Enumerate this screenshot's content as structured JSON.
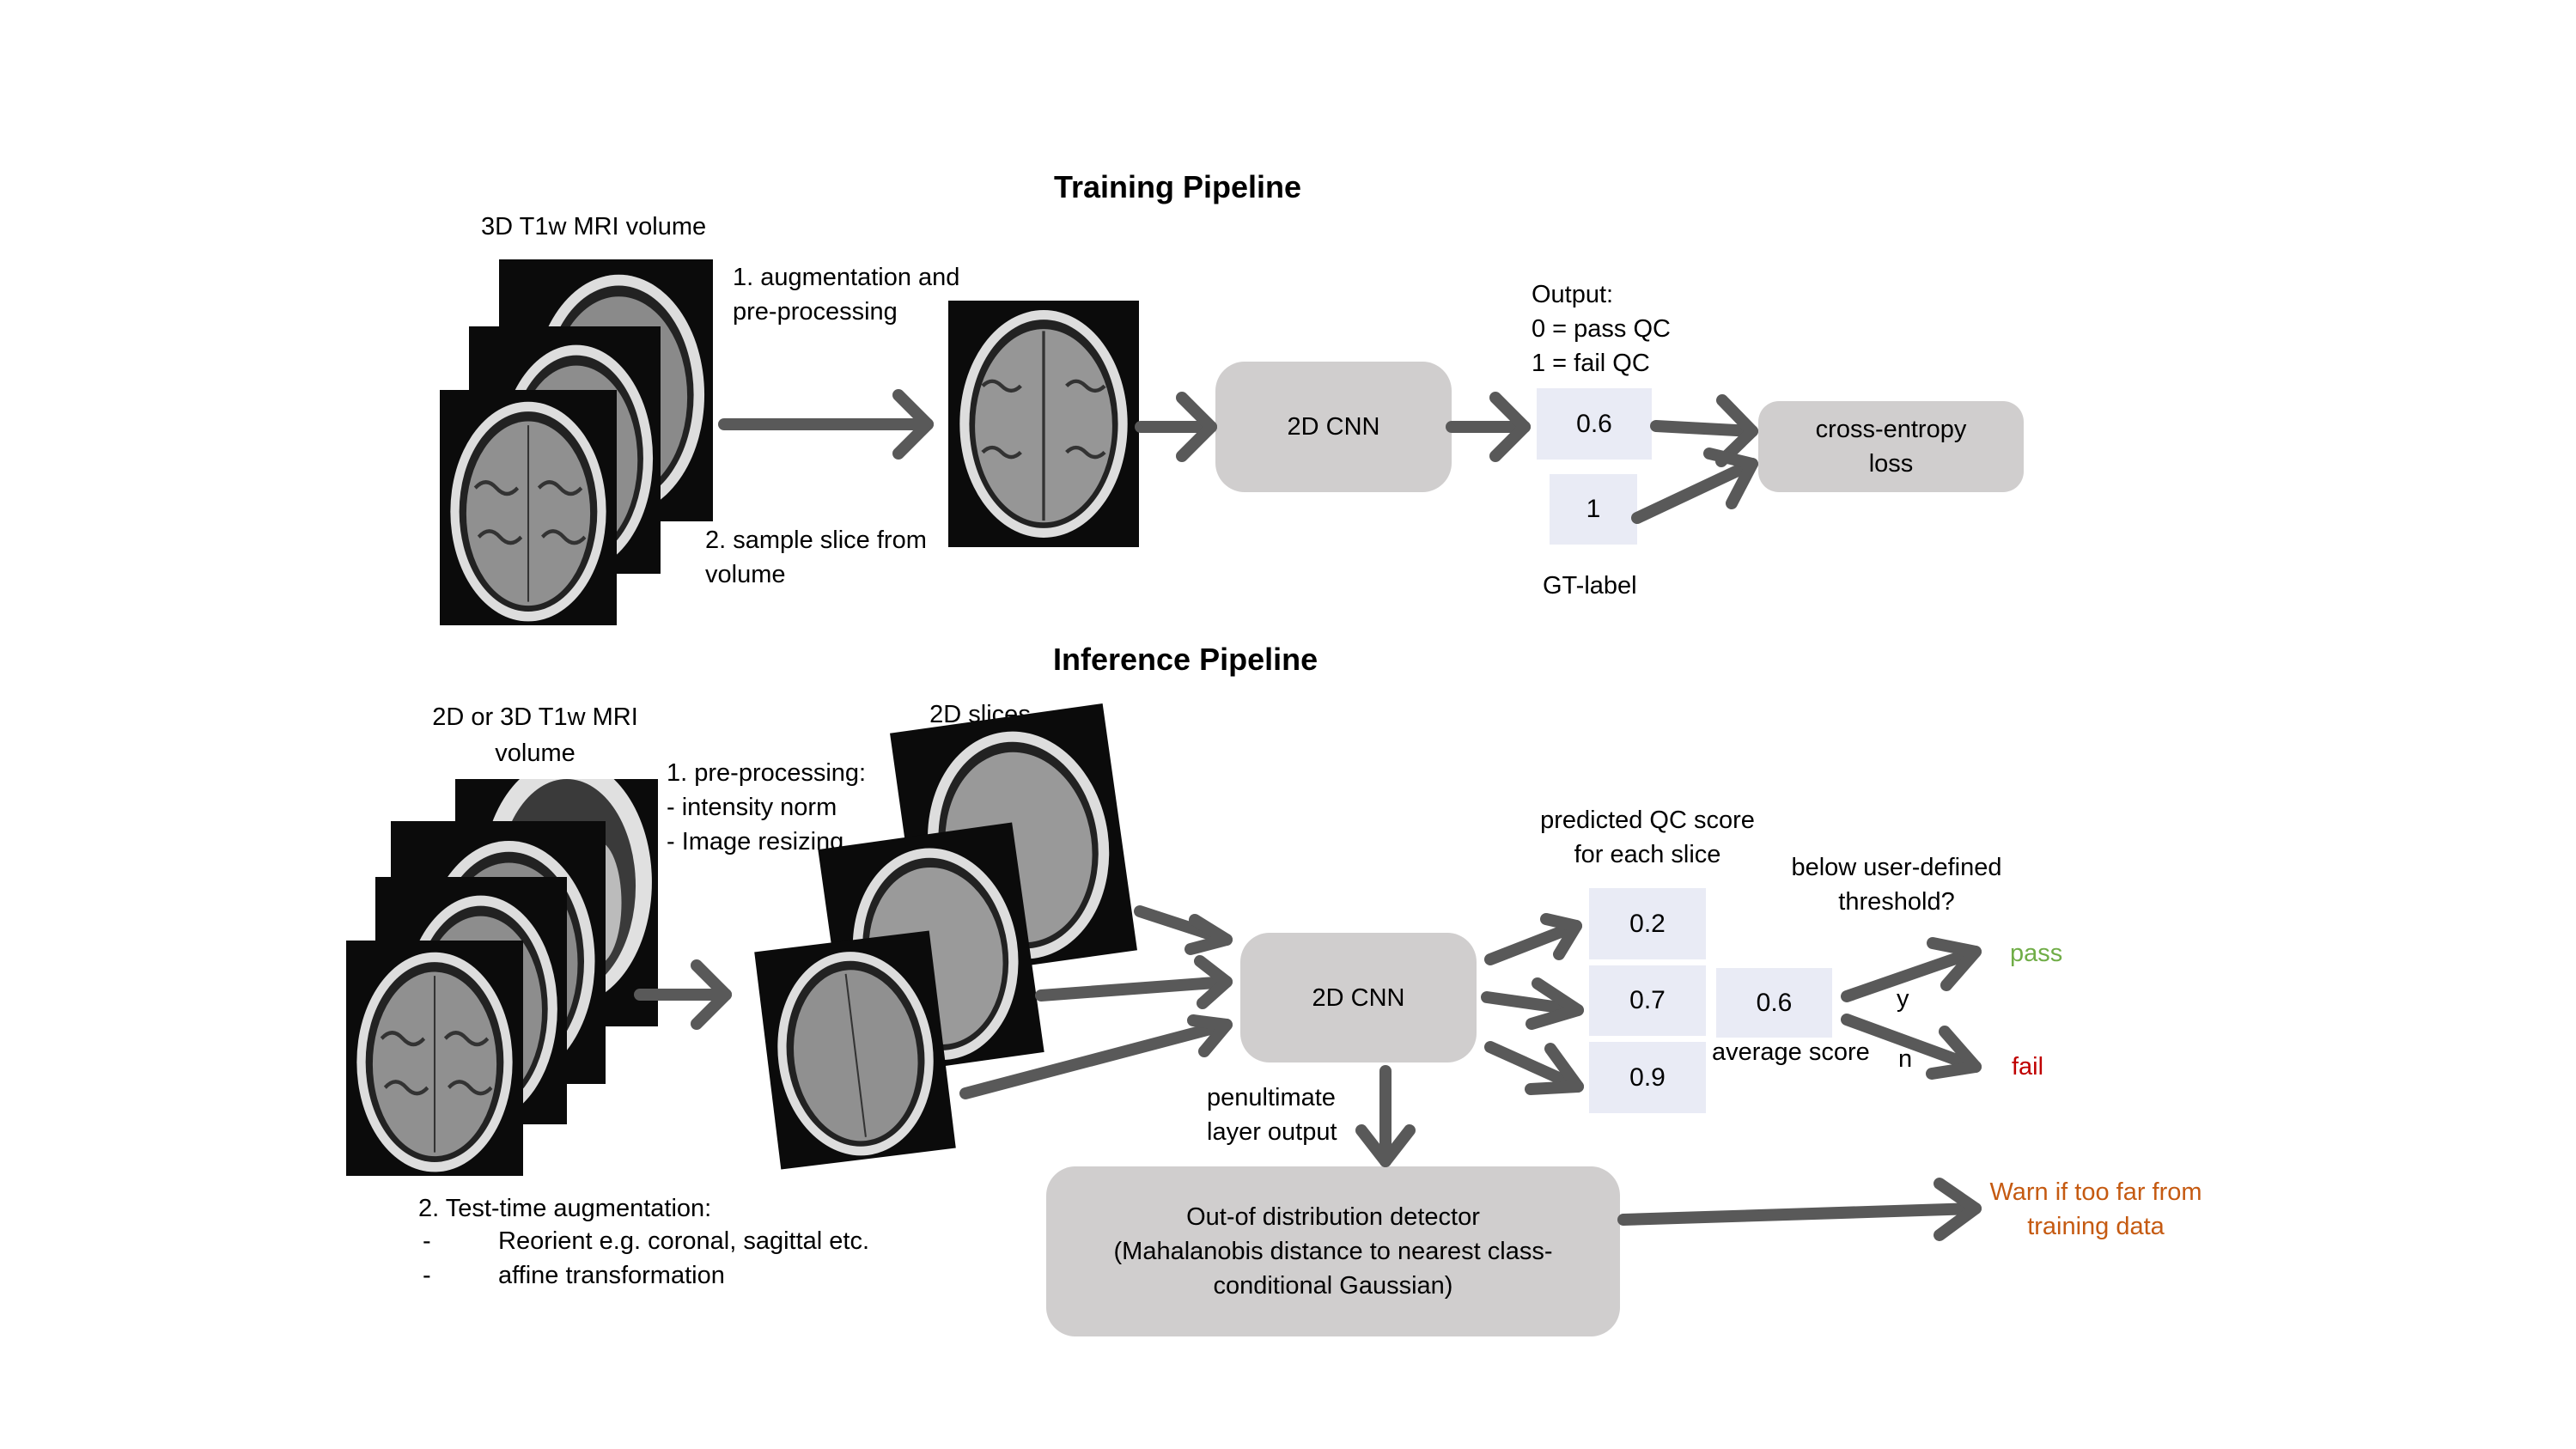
{
  "training": {
    "title": "Training Pipeline",
    "input_label": "3D T1w MRI volume",
    "step1": [
      "1. augmentation and",
      "pre-processing"
    ],
    "step2": [
      "2. sample slice from",
      "volume"
    ],
    "model_label": "2D CNN",
    "output_legend": [
      "Output:",
      "0 = pass QC",
      "1 = fail QC"
    ],
    "prediction_value": "0.6",
    "gt_value": "1",
    "gt_label": "GT-label",
    "loss_label": [
      "cross-entropy",
      "loss"
    ]
  },
  "inference": {
    "title": "Inference Pipeline",
    "input_label": [
      "2D or 3D T1w MRI",
      "volume"
    ],
    "preprocessing": [
      "1. pre-processing:",
      "- intensity norm",
      "- Image resizing"
    ],
    "slices_label": "2D slices",
    "tta": {
      "heading": "2. Test-time augmentation:",
      "items": [
        {
          "bullet": "-",
          "text": "Reorient e.g. coronal, sagittal etc."
        },
        {
          "bullet": "-",
          "text": "affine transformation"
        }
      ]
    },
    "model_label": "2D CNN",
    "scores_label": [
      "predicted QC score",
      "for each slice"
    ],
    "slice_scores": [
      "0.2",
      "0.7",
      "0.9"
    ],
    "average_value": "0.6",
    "average_label": "average score",
    "threshold_label": [
      "below user-defined",
      "threshold?"
    ],
    "yes_label": "y",
    "no_label": "n",
    "pass_label": "pass",
    "fail_label": "fail",
    "penultimate_label": [
      "penultimate",
      "layer output"
    ],
    "ood_label": [
      "Out-of distribution detector",
      "(Mahalanobis distance to nearest class-",
      "conditional Gaussian)"
    ],
    "warn_label": [
      "Warn if too far from",
      "training data"
    ]
  },
  "colors": {
    "arrow": "#595959",
    "process_box": "#D0CECE",
    "value_box": "#E9EBF5",
    "pass": "#70AD47",
    "fail": "#C00000",
    "warn": "#C55A11"
  }
}
